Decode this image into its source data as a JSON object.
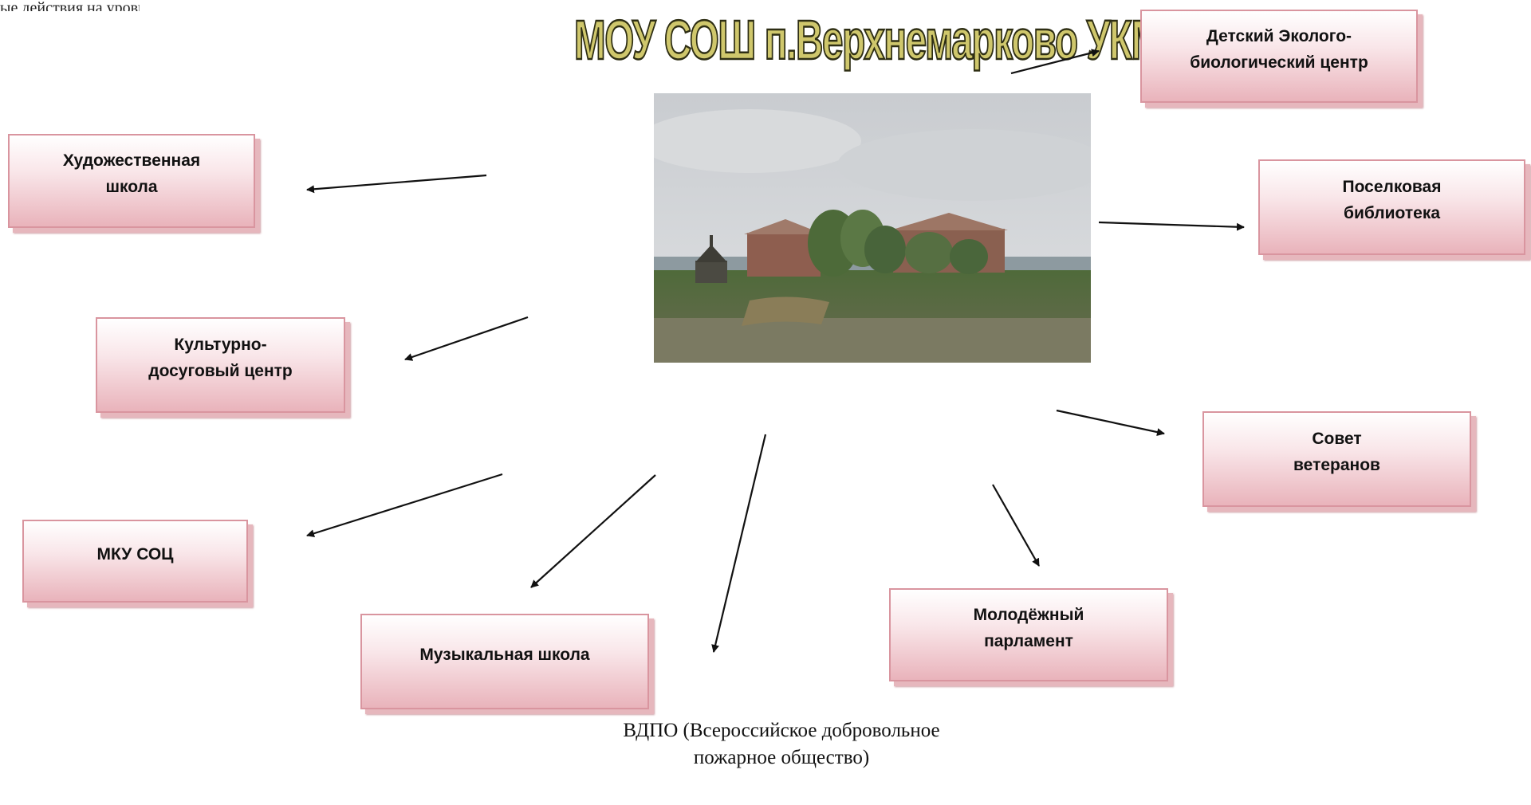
{
  "header_fragment": "ые действия на уровне образования",
  "title": "МОУ СОШ п.Верхнемарково УКМО",
  "nodes": {
    "eco_center": "Детский Эколого-биологический центр",
    "art_school": "Художественная школа",
    "library": "Поселковая библиотека",
    "culture_center": "Культурно-досуговый центр",
    "veterans": "Совет ветеранов",
    "mku_soc": "МКУ СОЦ",
    "music_school": "Музыкальная школа",
    "youth_parliament": "Молодёжный парламент",
    "vdpo": "ВДПО (Всероссийское добровольное пожарное общество)"
  },
  "colors": {
    "box_border": "#d9959f",
    "box_fill_bottom": "#e9b3bb",
    "title_fill": "#cfc76c",
    "arrow": "#111111"
  }
}
